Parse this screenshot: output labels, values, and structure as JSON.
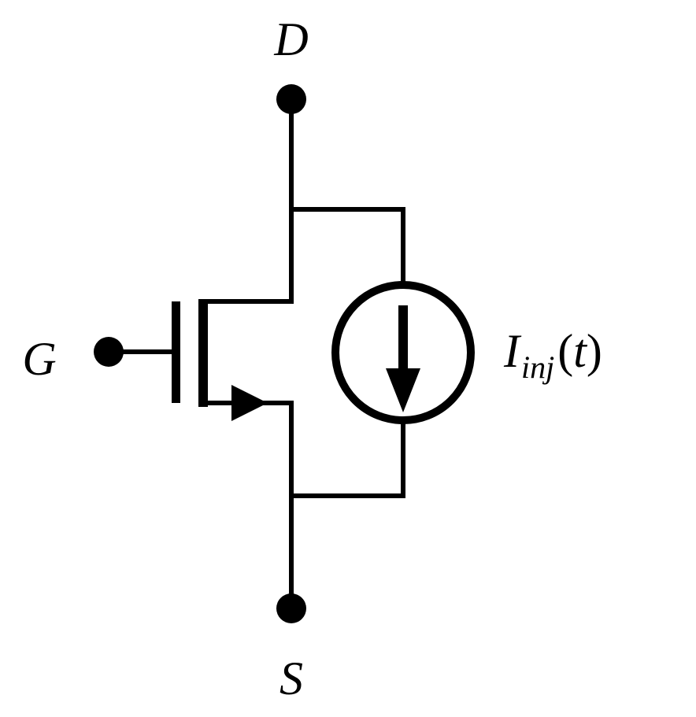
{
  "terminals": {
    "drain_label": "D",
    "gate_label": "G",
    "source_label": "S"
  },
  "current_source": {
    "symbol": "I",
    "subscript": "inj",
    "open_paren": "(",
    "argument": "t",
    "close_paren": ")",
    "arrow_direction": "down"
  },
  "colors": {
    "stroke": "#000000",
    "background": "#ffffff"
  }
}
